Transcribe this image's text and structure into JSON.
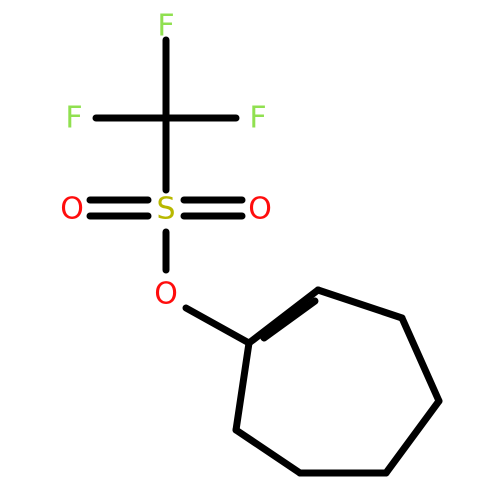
{
  "molecule": {
    "atoms": {
      "f_top": {
        "symbol": "F",
        "color": "#90E050"
      },
      "f_left": {
        "symbol": "F",
        "color": "#90E050"
      },
      "f_right": {
        "symbol": "F",
        "color": "#90E050"
      },
      "s": {
        "symbol": "S",
        "color": "#B8B800"
      },
      "o_left": {
        "symbol": "O",
        "color": "#FF0D0D"
      },
      "o_right": {
        "symbol": "O",
        "color": "#FF0D0D"
      },
      "o_ester": {
        "symbol": "O",
        "color": "#FF0D0D"
      }
    },
    "bond_color": "#000000"
  }
}
